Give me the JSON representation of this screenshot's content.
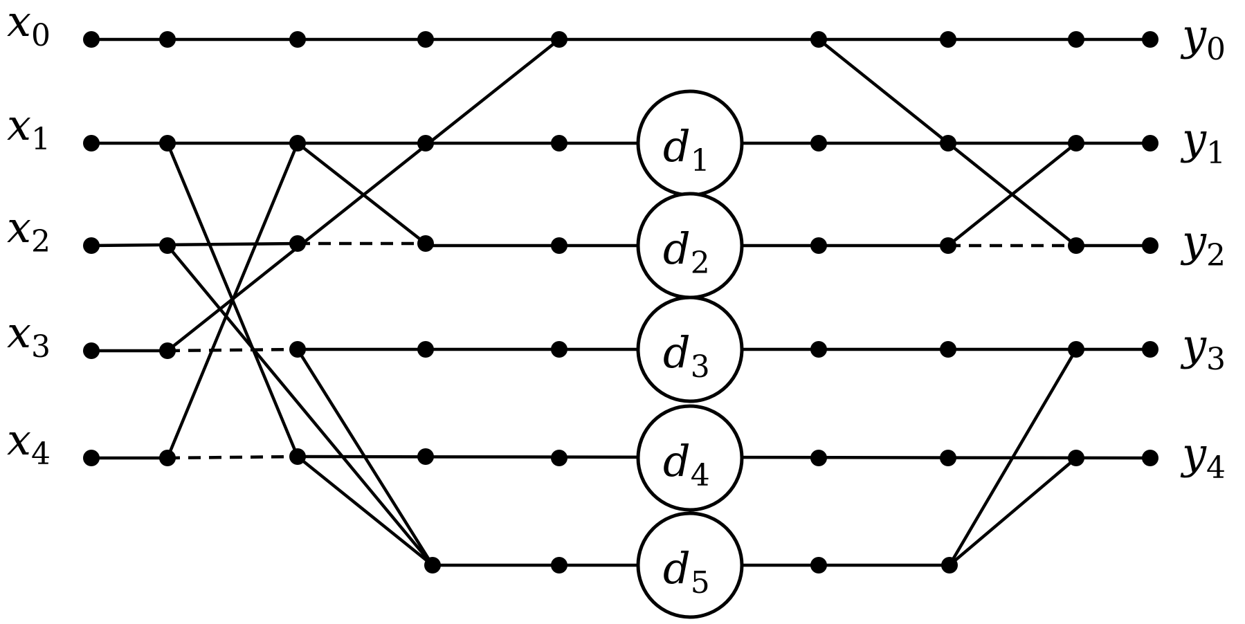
{
  "inputs": [
    {
      "base": "x",
      "sub": "0"
    },
    {
      "base": "x",
      "sub": "1"
    },
    {
      "base": "x",
      "sub": "2"
    },
    {
      "base": "x",
      "sub": "3"
    },
    {
      "base": "x",
      "sub": "4"
    }
  ],
  "outputs": [
    {
      "base": "y",
      "sub": "0"
    },
    {
      "base": "y",
      "sub": "1"
    },
    {
      "base": "y",
      "sub": "2"
    },
    {
      "base": "y",
      "sub": "3"
    },
    {
      "base": "y",
      "sub": "4"
    }
  ],
  "detectors": [
    {
      "base": "d",
      "sub": "1"
    },
    {
      "base": "d",
      "sub": "2"
    },
    {
      "base": "d",
      "sub": "3"
    },
    {
      "base": "d",
      "sub": "4"
    },
    {
      "base": "d",
      "sub": "5"
    }
  ]
}
